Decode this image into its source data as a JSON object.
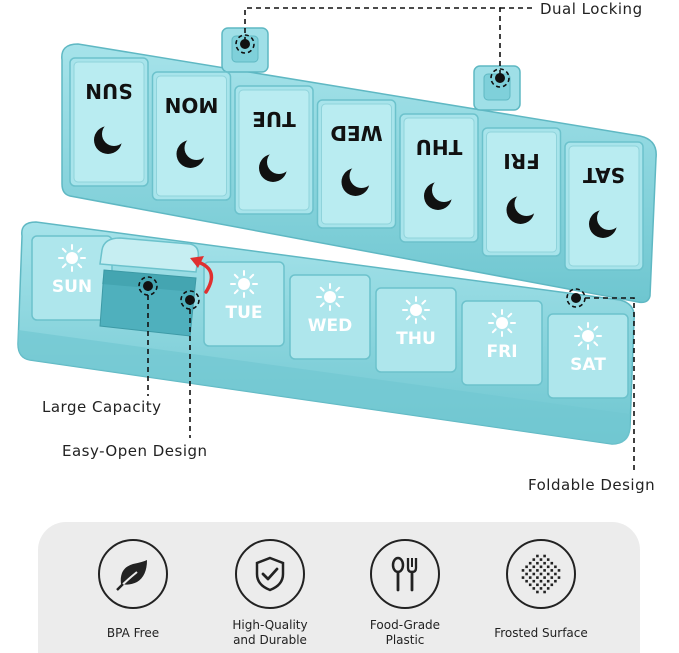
{
  "days": [
    "SUN",
    "MON",
    "TUE",
    "WED",
    "THU",
    "FRI",
    "SAT"
  ],
  "callouts": {
    "dual_locking": "Dual Locking",
    "large_capacity": "Large Capacity",
    "easy_open": "Easy-Open Design",
    "foldable": "Foldable Design"
  },
  "features": [
    {
      "label": "BPA Free",
      "icon": "leaf-icon"
    },
    {
      "label": "High-Quality\nand Durable",
      "icon": "shield-check-icon"
    },
    {
      "label": "Food-Grade\nPlastic",
      "icon": "spoon-fork-icon"
    },
    {
      "label": "Frosted Surface",
      "icon": "frosted-pattern-icon"
    }
  ],
  "colors": {
    "case": "#8fd8e0",
    "case_dark": "#6cc4cf",
    "text_dark": "#111111",
    "accent_red": "#e03030",
    "panel": "#ececec"
  }
}
